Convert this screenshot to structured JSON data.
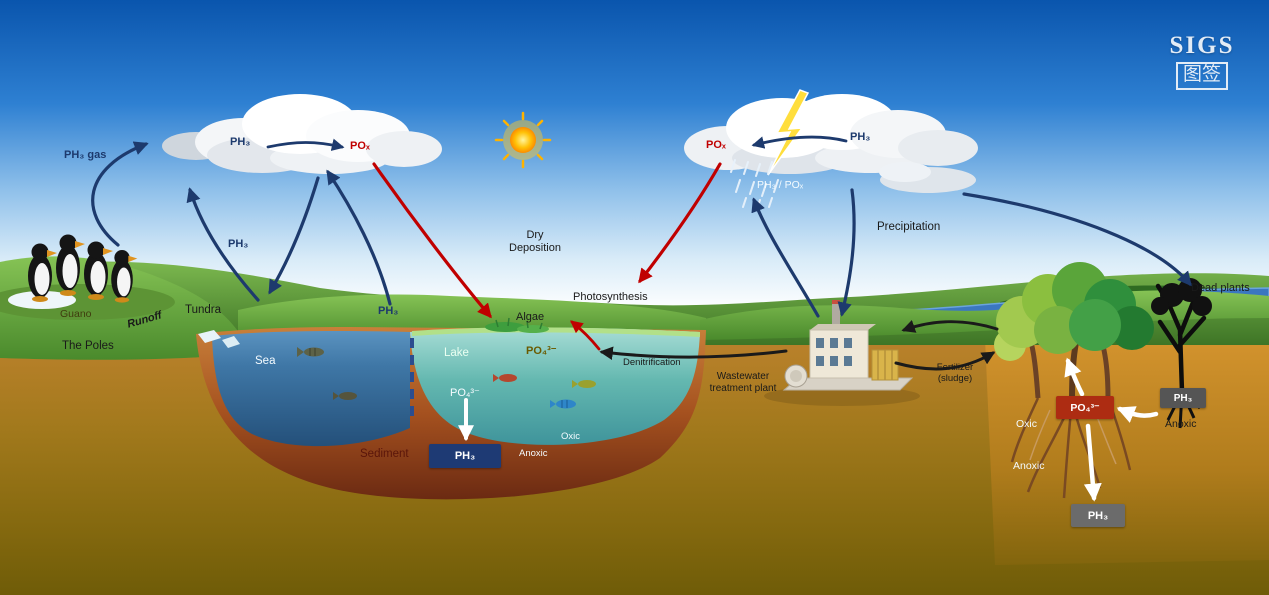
{
  "logo": {
    "title": "SIGS",
    "subtitle": "图签"
  },
  "atmosphere": {
    "left_cloud_ph3": "PH₃",
    "left_cloud_pox": "POₓ",
    "right_cloud_pox": "POₓ",
    "right_cloud_ph3": "PH₃",
    "rain_label": "PH₃ / POₓ",
    "precipitation": "Precipitation"
  },
  "poles": {
    "ph3_gas": "PH₃ gas",
    "ph3_mid": "PH₃",
    "ph3_lake": "PH₃",
    "guano": "Guano",
    "runoff": "Runoff",
    "the_poles": "The Poles",
    "tundra": "Tundra"
  },
  "water": {
    "sea": "Sea",
    "lake": "Lake",
    "algae": "Algae",
    "dry_deposition_1": "Dry",
    "dry_deposition_2": "Deposition",
    "photosynthesis": "Photosynthesis",
    "po4_surface": "PO₄³⁻",
    "po4_deep": "PO₄³⁻",
    "sediment": "Sediment",
    "sediment_ph3": "PH₃",
    "oxic": "Oxic",
    "anoxic": "Anoxic",
    "denitrification": "Denitrification"
  },
  "treatment": {
    "name_1": "Wastewater",
    "name_2": "treatment plant",
    "fertilizer_1": "Fertilizer",
    "fertilizer_2": "(sludge)"
  },
  "forest": {
    "dead_plants": "Dead plants",
    "po4": "PO₄³⁻",
    "ph3_dead": "PH₃",
    "oxic": "Oxic",
    "anoxic_left": "Anoxic",
    "anoxic_right": "Anoxic",
    "ph3_deep": "PH₃"
  },
  "colors": {
    "arrow_navy": "#1d3a6d",
    "arrow_red": "#c00000",
    "arrow_black": "#1a1a1a",
    "arrow_white": "#ffffff",
    "sediment_box": "#1e3a74",
    "po4_box": "#ad2c12",
    "ph3_box_gray": "#5a5a5a"
  }
}
